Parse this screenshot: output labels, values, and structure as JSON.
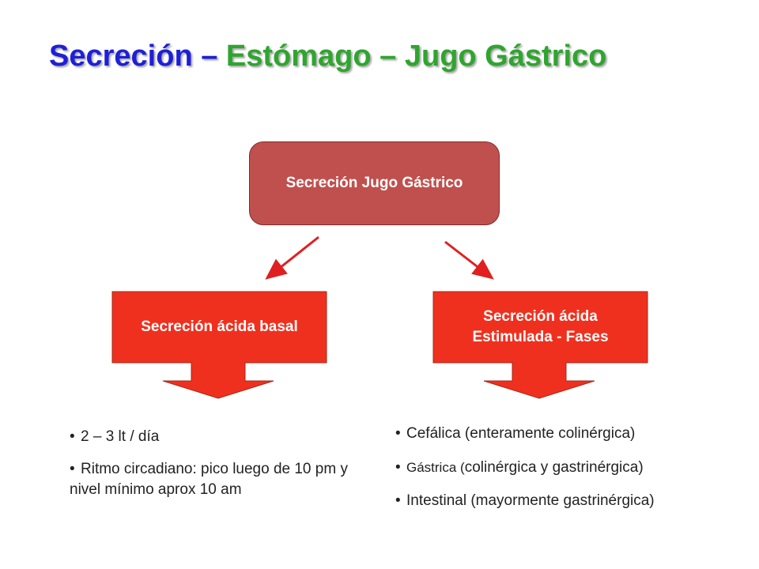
{
  "title": {
    "part1": "Secreción – ",
    "part2": "Estómago – Jugo Gástrico"
  },
  "diagram": {
    "top_box": "Secreción Jugo Gástrico",
    "left_callout": "Secreción ácida basal",
    "right_callout_line1": "Secreción ácida",
    "right_callout_line2": "Estimulada - Fases"
  },
  "left_list": [
    "2 – 3 lt / día",
    "Ritmo circadiano: pico luego de 10 pm y nivel mínimo aprox 10 am"
  ],
  "right_list": {
    "item1": "Cefálica (enteramente colinérgica)",
    "item2_prefix": "Gástrica (",
    "item2_body": "colinérgica y gastrinérgica",
    "item2_suffix": ")",
    "item3": "Intestinal (mayormente gastrinérgica)"
  },
  "colors": {
    "title_blue": "#1f1fd6",
    "title_green": "#2fa52f",
    "top_box": "#c0504d",
    "callout_red": "#f0301e",
    "arrow_red": "#e02020"
  }
}
